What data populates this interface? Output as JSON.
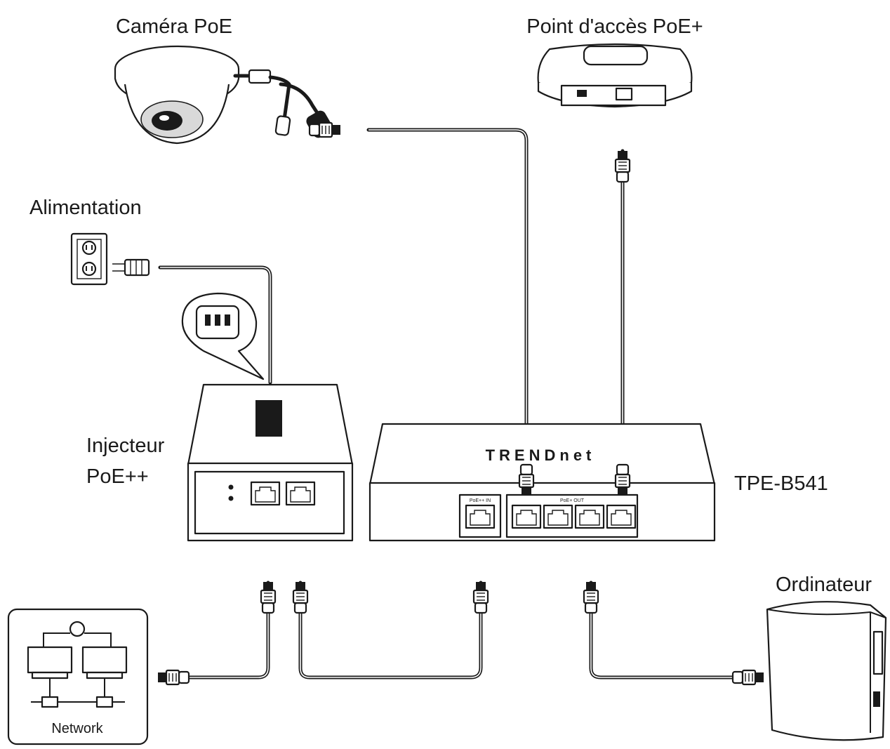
{
  "diagram": {
    "labels": {
      "camera": "Caméra PoE",
      "access_point": "Point d'accès PoE+",
      "power": "Alimentation",
      "injector_line1": "Injecteur",
      "injector_line2": "PoE++",
      "switch_model": "TPE-B541",
      "computer": "Ordinateur",
      "network": "Network"
    },
    "switch": {
      "brand": "TRENDnet",
      "in_port_label": "PoE++ IN",
      "out_ports_label": "PoE+ OUT"
    }
  }
}
